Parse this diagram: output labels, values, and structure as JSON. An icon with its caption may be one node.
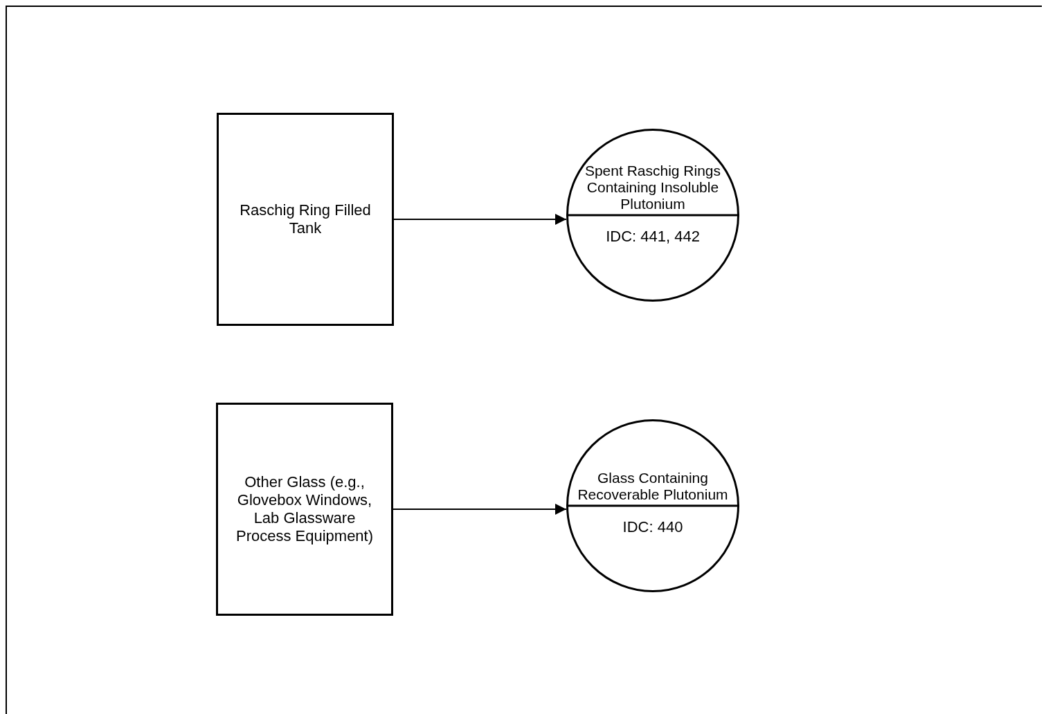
{
  "diagram": {
    "nodes": [
      {
        "text": [
          "Raschig Ring Filled Tank"
        ]
      },
      {
        "text": [
          "Spent Raschig Rings Containing Insoluble Plutonium",
          "IDC: 441, 442"
        ]
      },
      {
        "text": [
          "Other Glass (e.g., Glovebox Windows, Lab Glassware Process Equipment)"
        ]
      },
      {
        "text": [
          "Glass Containing Recoverable Plutonium",
          "IDC: 440"
        ]
      }
    ],
    "edges": [
      {
        "from": 0,
        "to": 1,
        "arrow": "to"
      },
      {
        "from": 2,
        "to": 3,
        "arrow": "to"
      }
    ]
  }
}
